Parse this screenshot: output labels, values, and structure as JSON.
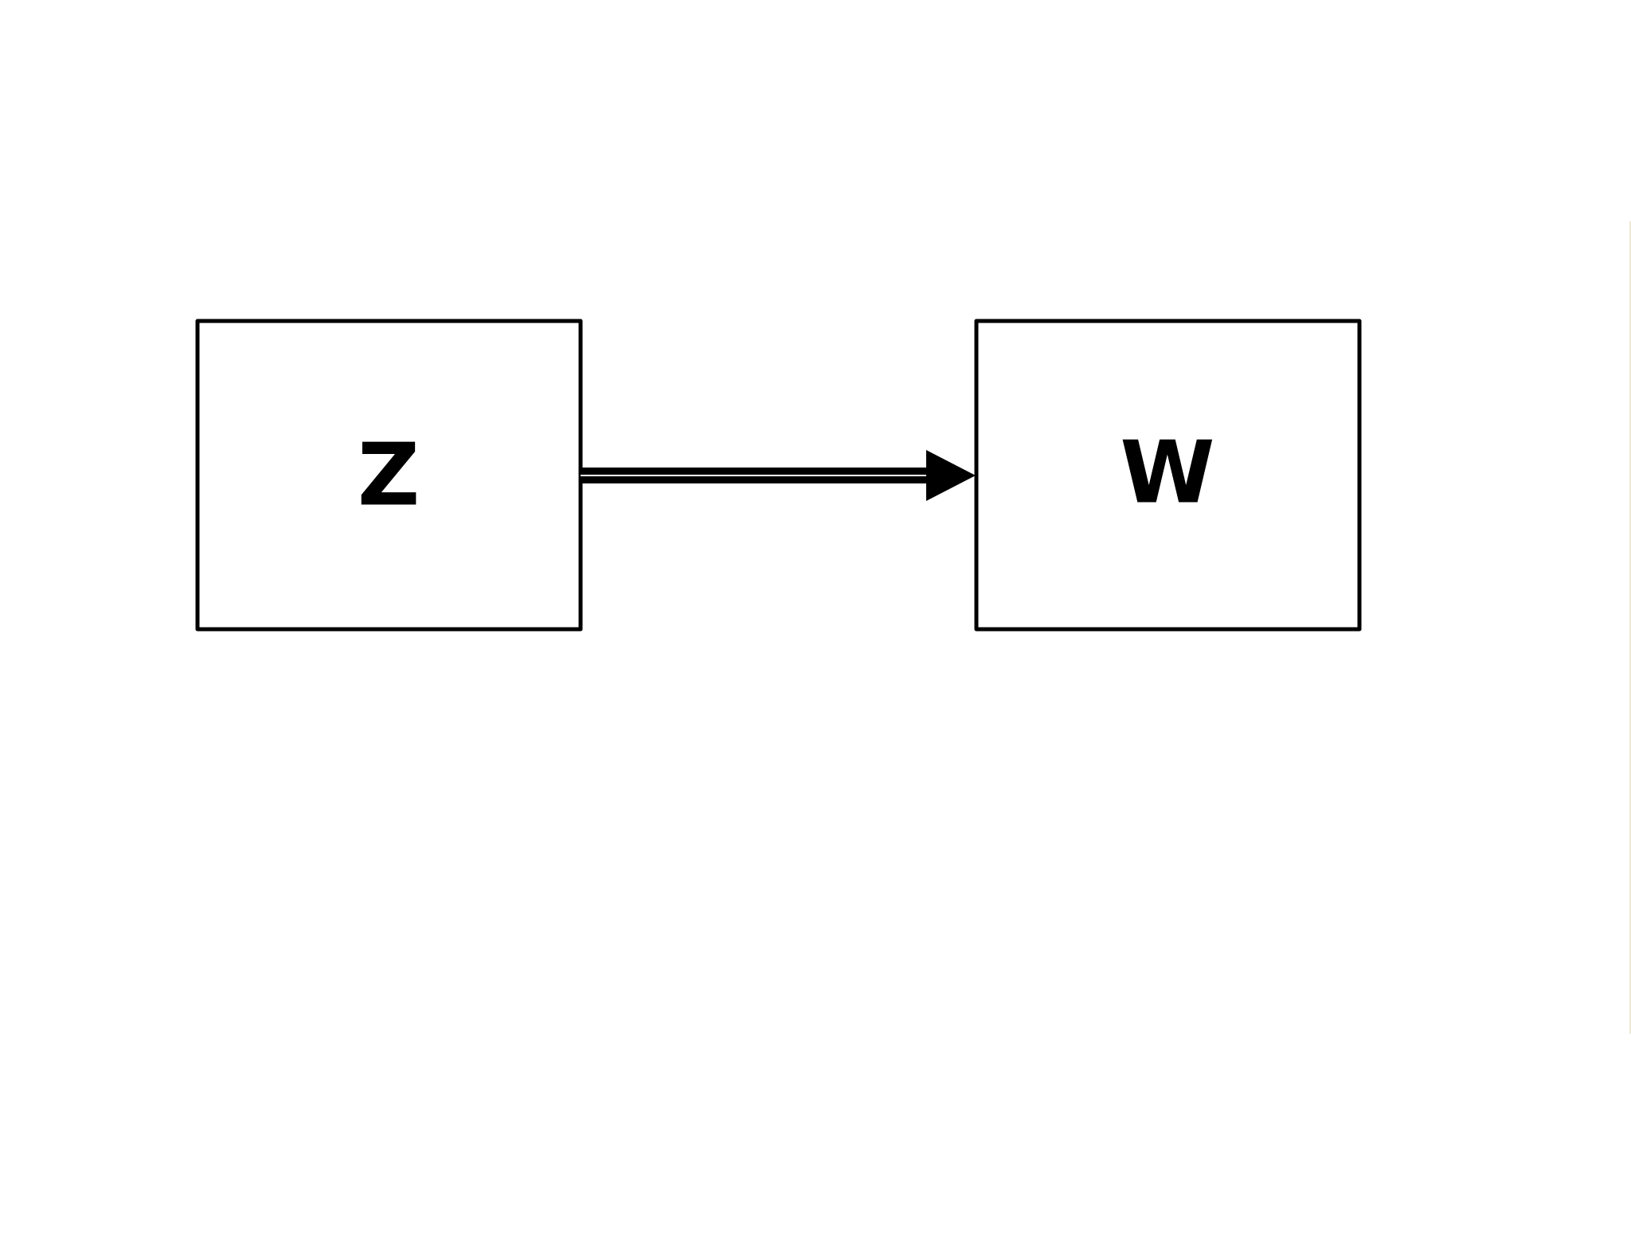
{
  "diagram": {
    "nodes": [
      {
        "id": "z",
        "label": "Z"
      },
      {
        "id": "w",
        "label": "W"
      }
    ],
    "edges": [
      {
        "from": "z",
        "to": "w"
      }
    ]
  }
}
